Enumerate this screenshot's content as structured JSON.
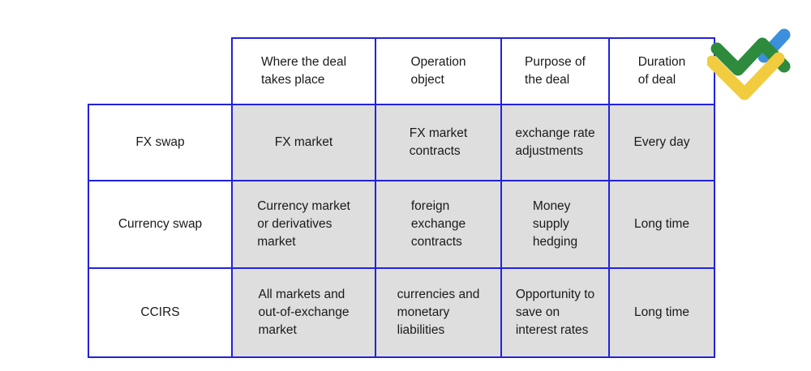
{
  "table": {
    "corner_label": "",
    "columns": [
      {
        "id": "deal-place",
        "label": "Where the deal\ntakes place"
      },
      {
        "id": "operation-object",
        "label": "Operation\nobject"
      },
      {
        "id": "deal-purpose",
        "label": "Purpose of\nthe deal"
      },
      {
        "id": "deal-duration",
        "label": "Duration\nof deal"
      }
    ],
    "rows": [
      {
        "id": "fx-swap",
        "label": "FX swap",
        "cells": [
          "FX market",
          "FX market\ncontracts",
          "exchange rate\nadjustments",
          "Every day"
        ]
      },
      {
        "id": "currency-swap",
        "label": "Currency swap",
        "cells": [
          "Currency market\nor derivatives\nmarket",
          "foreign\nexchange\ncontracts",
          "Money\nsupply\nhedging",
          "Long time"
        ]
      },
      {
        "id": "ccirs",
        "label": "CCIRS",
        "cells": [
          "All markets and\nout-of-exchange\nmarket",
          "currencies and\nmonetary\nliabilities",
          "Opportunity to\nsave on\ninterest rates",
          "Long time"
        ]
      }
    ]
  },
  "logo": {
    "name": "litefinance-logo",
    "colors": {
      "green": "#2e8b3d",
      "blue": "#3b8fdd",
      "yellow": "#f2cc3f"
    }
  },
  "theme": {
    "border_color": "#2222dd",
    "cell_fill": "#dedede",
    "page_background": "#ffffff",
    "text_color": "#1a1a1a"
  }
}
